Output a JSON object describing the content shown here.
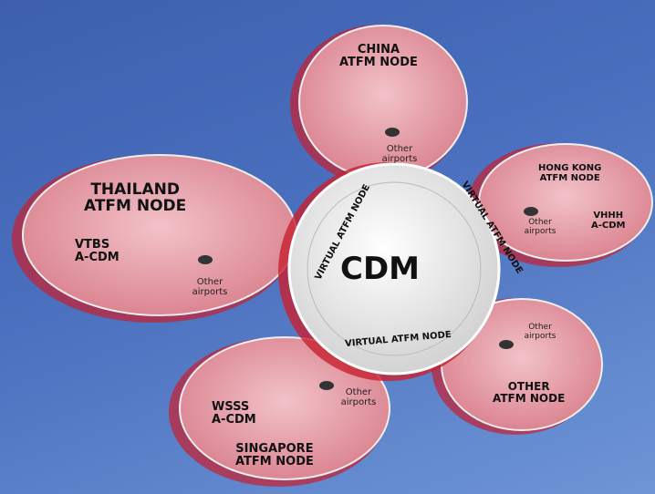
{
  "center": {
    "label": "CDM",
    "ring_label": "VIRTUAL ATFM NODE"
  },
  "nodes": {
    "china": {
      "title_1": "CHINA",
      "title_2": "ATFM NODE",
      "other": "Other airports"
    },
    "thailand": {
      "title_1": "THAILAND",
      "title_2": "ATFM NODE",
      "airport_1": "VTBS",
      "airport_2": "A-CDM",
      "other": "Other airports"
    },
    "hongkong": {
      "title_1": "HONG KONG",
      "title_2": "ATFM NODE",
      "airport_1": "VHHH",
      "airport_2": "A-CDM",
      "other": "Other airports"
    },
    "other": {
      "title_1": "OTHER",
      "title_2": "ATFM NODE",
      "other": "Other airports"
    },
    "singapore": {
      "title_1": "SINGAPORE",
      "title_2": "ATFM NODE",
      "airport_1": "WSSS",
      "airport_2": "A-CDM",
      "other": "Other airports"
    }
  },
  "colors": {
    "petal": "#e8a3ad",
    "edge": "#d8283c",
    "center": "#eeeeee",
    "background": "#4a70bf"
  }
}
